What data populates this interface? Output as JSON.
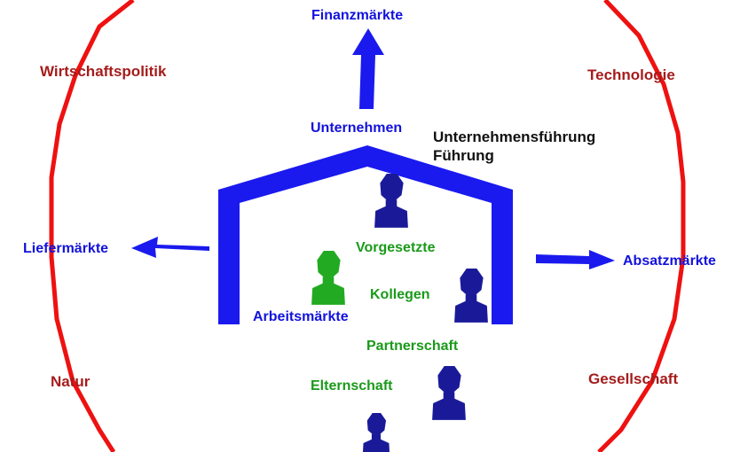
{
  "colors": {
    "boundary": "#ee1111",
    "building": "#1a1aee",
    "arrow": "#1a1aee",
    "person_dark": "#1a1a99",
    "person_green": "#22aa22",
    "outer_text": "#a51c1c",
    "market_text": "#1212dd",
    "relation_text": "#1a9a1a",
    "management_text": "#111111"
  },
  "environment": {
    "wirtschaftspolitik": "Wirtschaftspolitik",
    "technologie": "Technologie",
    "natur": "Natur",
    "gesellschaft": "Gesellschaft"
  },
  "markets": {
    "finanzmaerkte": "Finanzmärkte",
    "liefermaerkte": "Liefermärkte",
    "absatzmaerkte": "Absatzmärkte",
    "arbeitsmaerkte": "Arbeitsmärkte"
  },
  "company": {
    "unternehmen": "Unternehmen",
    "unternehmensfuehrung": "Unternehmensführung",
    "fuehrung": "Führung"
  },
  "relations": {
    "vorgesetzte": "Vorgesetzte",
    "kollegen": "Kollegen",
    "partnerschaft": "Partnerschaft",
    "elternschaft": "Elternschaft"
  },
  "icons": {
    "person": "person-icon",
    "arrow": "arrow-icon"
  }
}
